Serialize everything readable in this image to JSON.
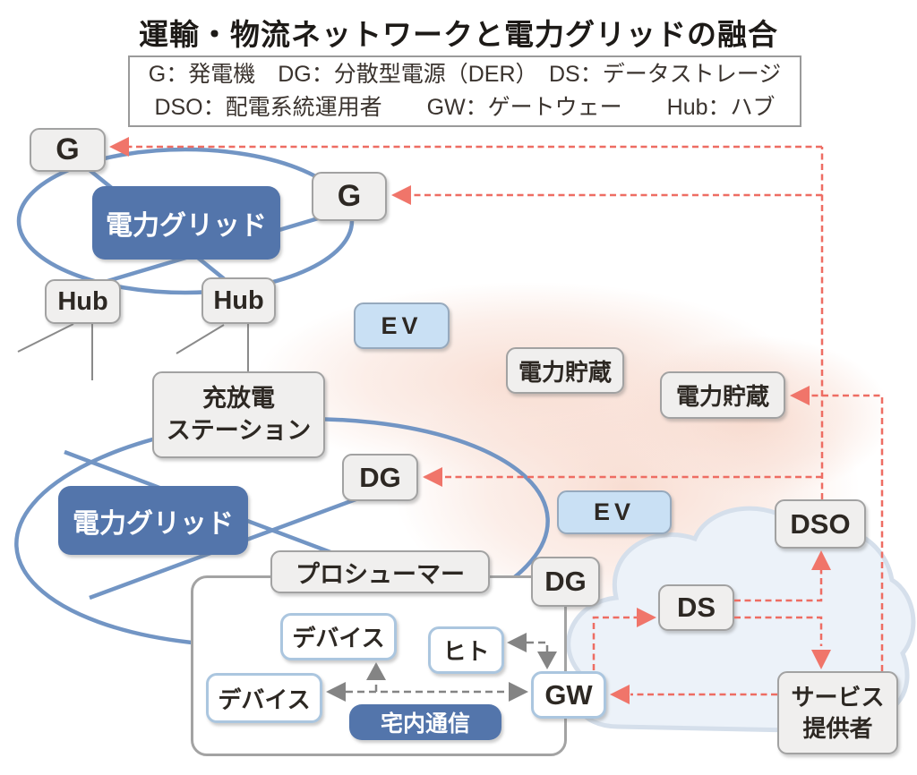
{
  "title": "運輸・物流ネットワークと電力グリッドの融合",
  "legend": {
    "line1": "G：発電機　DG：分散型電源（DER）　DS：データストレージ",
    "line2": "DSO：配電系統運用者　　GW：ゲートウェー　　Hub：ハブ"
  },
  "nodes": {
    "g1": "G",
    "g2": "G",
    "grid1": "電力グリッド",
    "hub1": "Hub",
    "hub2": "Hub",
    "ev1": "EV",
    "ev2": "EV",
    "storage1": "電力貯蔵",
    "storage2": "電力貯蔵",
    "station_line1": "充放電",
    "station_line2": "ステーション",
    "dg1": "DG",
    "grid2": "電力グリッド",
    "prosumer": "プロシューマー",
    "dg2": "DG",
    "dso": "DSO",
    "ds": "DS",
    "sp_line1": "サービス",
    "sp_line2": "提供者",
    "device1": "デバイス",
    "hito": "ヒト",
    "device2": "デバイス",
    "gw": "GW",
    "home_comm": "宅内通信"
  },
  "colors": {
    "grid_box_blue": "#5375ab",
    "ellipse_blue": "#7295c4",
    "ev_fill": "#c9e0f4",
    "red_dashed": "#ee6d63",
    "gray_dashed": "#848484",
    "cloud_fill": "#ecf2f9",
    "blob_pink": "#f7d3c4",
    "node_fill": "#f0efee",
    "node_border": "#a2a2a2"
  },
  "connections": [
    {
      "from": "DSO",
      "to": "G (top)",
      "style": "red-dashed"
    },
    {
      "from": "DSO",
      "to": "G (right)",
      "style": "red-dashed"
    },
    {
      "from": "DSO",
      "to": "DG",
      "style": "red-dashed"
    },
    {
      "from": "サービス提供者",
      "to": "電力貯蔵 (right)",
      "style": "red-dashed"
    },
    {
      "from": "DS",
      "to": "DSO",
      "style": "red-dashed"
    },
    {
      "from": "DS",
      "to": "サービス提供者",
      "style": "red-dashed"
    },
    {
      "from": "GW",
      "to": "DS",
      "style": "red-dashed"
    },
    {
      "from": "サービス提供者",
      "to": "GW",
      "style": "red-dashed"
    },
    {
      "from": "GW",
      "to": "デバイス / ヒト",
      "style": "gray-dashed"
    },
    {
      "from": "宅内通信",
      "to": "デバイス",
      "style": "gray-dashed"
    },
    {
      "from": "Hub",
      "to": "充放電ステーション",
      "style": "gray-solid"
    }
  ]
}
